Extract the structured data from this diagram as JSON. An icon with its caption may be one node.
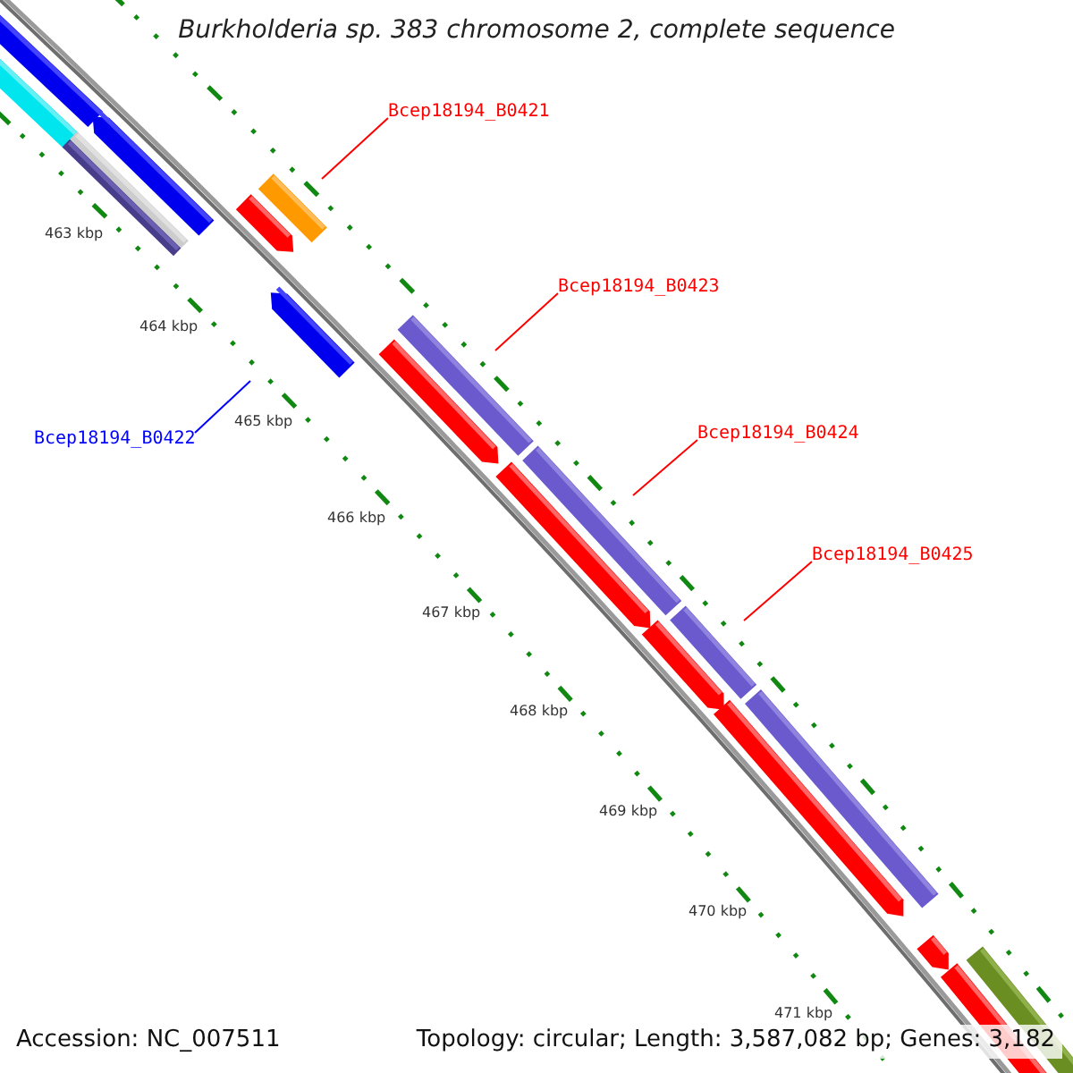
{
  "diagram": {
    "title": "Burkholderia sp. 383 chromosome 2, complete sequence",
    "nodes": [
      {
        "text": [
          "Bcep18194_B0421"
        ]
      },
      {
        "text": [
          "Bcep18194_B0423"
        ]
      },
      {
        "text": [
          "Bcep18194_B0424"
        ]
      },
      {
        "text": [
          "Bcep18194_B0425"
        ]
      },
      {
        "text": [
          "Bcep18194_B0422"
        ]
      }
    ],
    "edges": [
      {
        "from": 0,
        "to": null,
        "arrow": "none"
      },
      {
        "from": 1,
        "to": null,
        "arrow": "none"
      },
      {
        "from": 2,
        "to": null,
        "arrow": "none"
      },
      {
        "from": 3,
        "to": null,
        "arrow": "none"
      },
      {
        "from": 4,
        "to": null,
        "arrow": "none",
        "color": "#0000ff"
      }
    ],
    "labels": [
      "463 kbp",
      "464 kbp",
      "465 kbp",
      "466 kbp",
      "467 kbp",
      "468 kbp",
      "469 kbp",
      "470 kbp",
      "471 kbp",
      "Accession: NC_007511",
      "Topology: circular; Length: 3,587,082 bp; Genes: 3,182"
    ]
  }
}
